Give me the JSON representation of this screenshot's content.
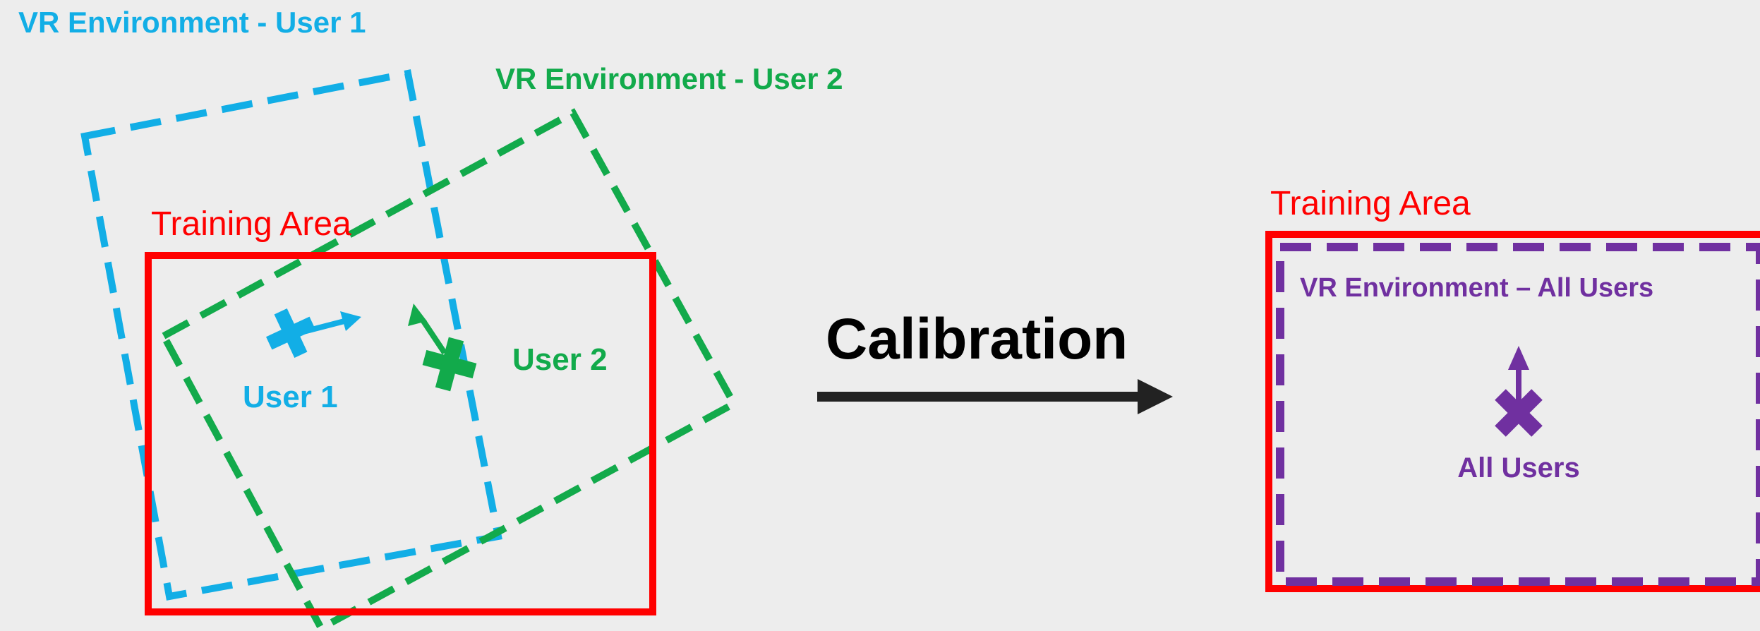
{
  "colors": {
    "background": "#ededed",
    "user1": "#12aee6",
    "user2": "#12aa4b",
    "training_area": "#ff0000",
    "all_users": "#7030a0",
    "arrow": "#222222",
    "calibration_text": "#000000"
  },
  "left_panel": {
    "vr_env_user1_label": "VR Environment - User 1",
    "vr_env_user2_label": "VR Environment - User 2",
    "training_area_label": "Training Area",
    "user1_label": "User 1",
    "user2_label": "User 2",
    "user1_marker_icon": "x-cross-marker-icon",
    "user2_marker_icon": "x-cross-marker-icon"
  },
  "calibration": {
    "label": "Calibration",
    "arrow_icon": "right-arrow-icon"
  },
  "right_panel": {
    "training_area_label": "Training Area",
    "vr_env_all_label": "VR Environment – All Users",
    "all_users_label": "All Users",
    "all_users_marker_icon": "x-cross-marker-icon"
  }
}
